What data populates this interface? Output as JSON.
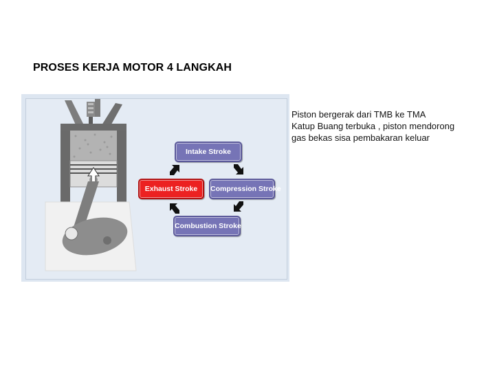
{
  "slide": {
    "title": "PROSES KERJA MOTOR 4 LANGKAH"
  },
  "diagram": {
    "strokes": {
      "intake": "Intake Stroke",
      "compression": "Compression Stroke",
      "combustion": "Combustion Stroke",
      "exhaust": "Exhaust Stroke"
    },
    "active_stroke": "exhaust",
    "colors": {
      "stroke_box": "#7674b6",
      "active_box": "#ec2121",
      "arrow": "#111111",
      "background": "#e4ebf4"
    }
  },
  "description": {
    "lines": [
      "Piston bergerak dari TMB ke TMA",
      "Katup Buang terbuka , piston mendorong",
      "gas bekas sisa pembakaran keluar"
    ]
  }
}
